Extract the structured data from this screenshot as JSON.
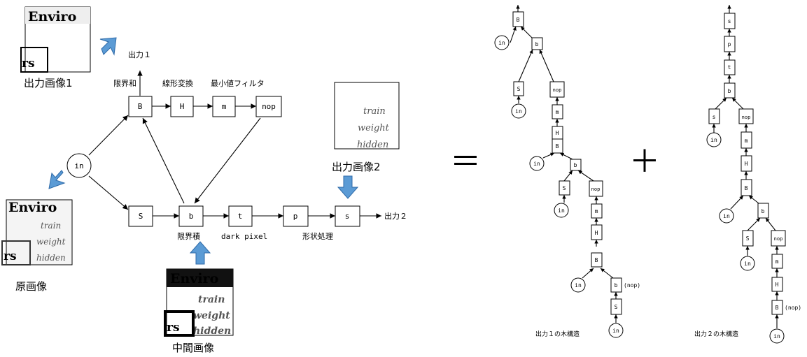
{
  "graph": {
    "nodes": {
      "in": "in",
      "B": "B",
      "H": "H",
      "m": "m",
      "nop": "nop",
      "S": "S",
      "b": "b",
      "t": "t",
      "p": "p",
      "s": "s"
    },
    "labels": {
      "bounded_sum": "限界和",
      "linear_transform": "線形変換",
      "min_filter": "最小値フィルタ",
      "bounded_product": "限界積",
      "dark_pixel": "dark pixel",
      "shape_processing": "形状処理",
      "output1": "出力１",
      "output2": "出力２"
    }
  },
  "images": {
    "original": "原画像",
    "intermediate": "中間画像",
    "output1": "出力画像1",
    "output2": "出力画像2",
    "sample_heading": "Enviro",
    "sample_box": "rs",
    "sample_words": [
      "train",
      "weight",
      "hidden"
    ]
  },
  "operators": {
    "equals": "＝",
    "plus": "＋"
  },
  "trees": {
    "tree1_caption": "出力１の木構造",
    "tree2_caption": "出力２の木構造",
    "nop_annotation": "(nop)"
  }
}
